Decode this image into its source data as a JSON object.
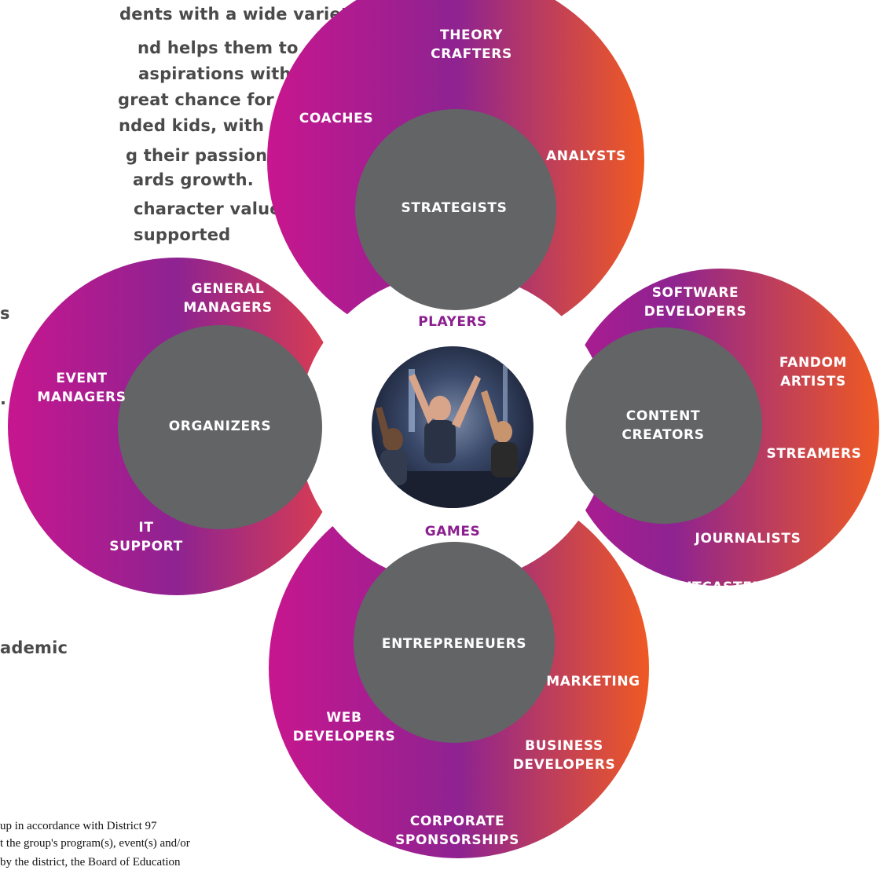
{
  "background_text": {
    "lines": [
      "dents with a wide variety of",
      "nd helps them to gain real-life",
      "aspirations within Esports,",
      "great chance for your",
      "nded kids, with similar",
      "g their passion, and",
      "ards growth.",
      "character values in",
      "supported",
      "s",
      ".",
      "ademic"
    ]
  },
  "footer_text": {
    "lines": [
      "up in accordance with District 97",
      "t the group's program(s), event(s) and/or",
      "by the district, the Board of Education"
    ]
  },
  "diagram": {
    "inner_ring": {
      "top_label": "PLAYERS",
      "bottom_label": "GAMES"
    },
    "center_photo": {
      "description_icon": "esports-players-cheering-photo"
    },
    "groups": [
      {
        "id": "strategists",
        "hub": "STRATEGISTS",
        "roles": [
          "THEORY\nCRAFTERS",
          "COACHES",
          "ANALYSTS"
        ]
      },
      {
        "id": "organizers",
        "hub": "ORGANIZERS",
        "roles": [
          "GENERAL\nMANAGERS",
          "EVENT\nMANAGERS",
          "IT\nSUPPORT"
        ]
      },
      {
        "id": "content-creators",
        "hub": "CONTENT\nCREATORS",
        "roles": [
          "SOFTWARE\nDEVELOPERS",
          "FANDOM\nARTISTS",
          "STREAMERS",
          "JOURNALISTS",
          "SHOUTCASTERS"
        ]
      },
      {
        "id": "entrepreneurs",
        "hub": "ENTREPRENEUERS",
        "roles": [
          "MARKETING",
          "WEB\nDEVELOPERS",
          "BUSINESS\nDEVELOPERS",
          "CORPORATE\nSPONSORSHIPS"
        ]
      }
    ]
  },
  "colors": {
    "gradient_start": "#c8168f",
    "gradient_mid": "#8e2391",
    "gradient_end": "#f05a22",
    "hub": "#636466",
    "ring_text": "#8b1f8f",
    "body_text": "#4a4a4a"
  }
}
